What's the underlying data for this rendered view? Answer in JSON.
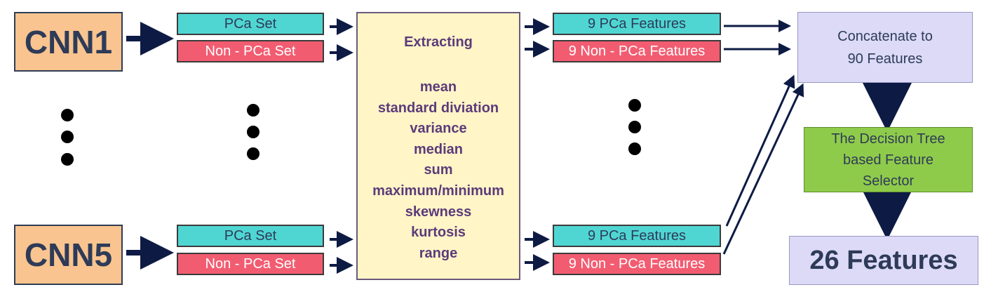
{
  "cnn_top": {
    "label": "CNN1"
  },
  "cnn_bottom": {
    "label": "CNN5"
  },
  "sets": {
    "pca_top": "PCa Set",
    "nonpca_top": "Non - PCa Set",
    "pca_bottom": "PCa Set",
    "nonpca_bottom": "Non - PCa Set"
  },
  "extraction": {
    "title": "Extracting",
    "stats": [
      "mean",
      "standard diviation",
      "variance",
      "median",
      "sum",
      "maximum/minimum",
      "skewness",
      "kurtosis",
      "range"
    ]
  },
  "features": {
    "pca_top": "9 PCa Features",
    "nonpca_top": "9 Non - PCa Features",
    "pca_bottom": "9 PCa Features",
    "nonpca_bottom": "9 Non - PCa Features"
  },
  "concat": {
    "line1": "Concatenate to",
    "line2": "90 Features"
  },
  "selector": {
    "line1": "The Decision Tree",
    "line2": "based Feature",
    "line3": "Selector"
  },
  "result": {
    "label": "26 Features"
  },
  "colors": {
    "cnn": "#f9c48f",
    "pca": "#4fd6d3",
    "nonpca": "#f25c71",
    "extract": "#fff5c7",
    "concat": "#dcdaf7",
    "selector": "#8fcb4a",
    "arrow": "#0d1b44"
  }
}
